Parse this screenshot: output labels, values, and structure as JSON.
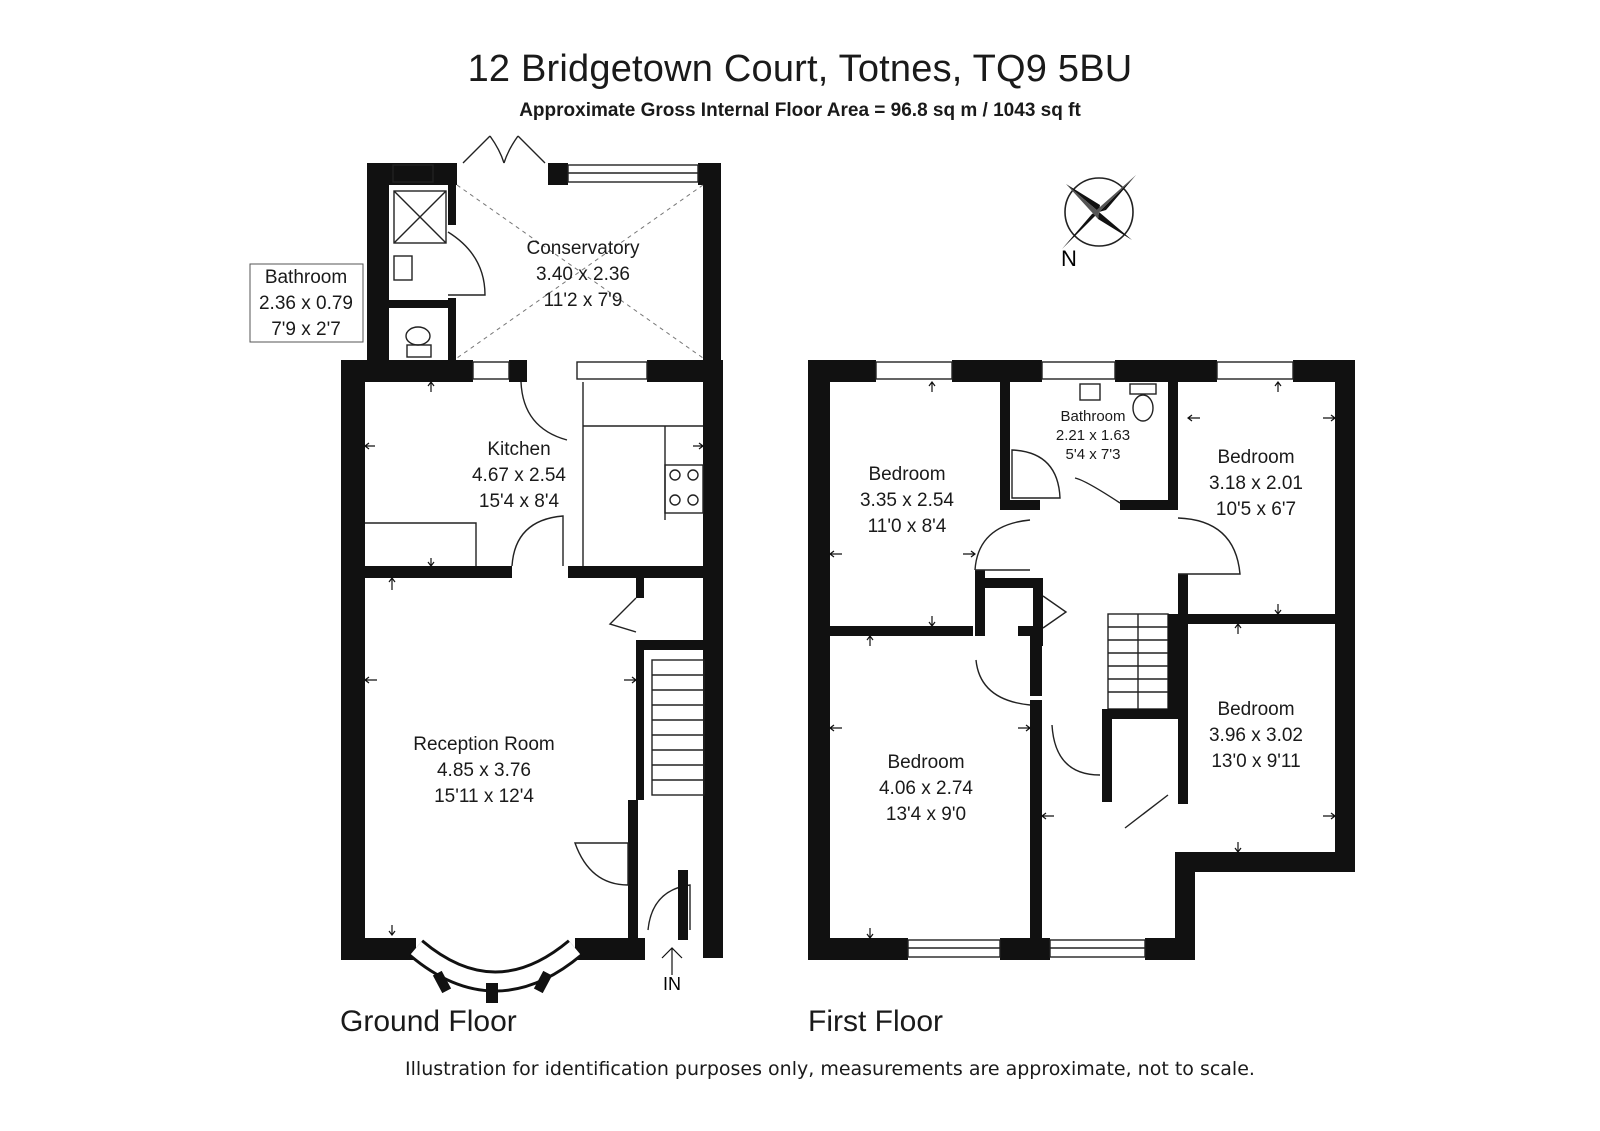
{
  "header": {
    "title": "12 Bridgetown Court, Totnes, TQ9 5BU",
    "area": "Approximate Gross Internal Floor Area  = 96.8 sq m / 1043 sq ft"
  },
  "compass": {
    "label": "N"
  },
  "ground_floor": {
    "label": "Ground Floor",
    "entrance": "IN",
    "rooms": [
      {
        "name": "Bathroom",
        "metric": "2.36 x 0.79",
        "imperial": "7'9 x 2'7"
      },
      {
        "name": "Conservatory",
        "metric": "3.40 x 2.36",
        "imperial": "11'2 x 7'9"
      },
      {
        "name": "Kitchen",
        "metric": "4.67 x 2.54",
        "imperial": "15'4 x 8'4"
      },
      {
        "name": "Reception Room",
        "metric": "4.85 x 3.76",
        "imperial": "15'11 x 12'4"
      }
    ]
  },
  "first_floor": {
    "label": "First Floor",
    "rooms": [
      {
        "name": "Bathroom",
        "metric": "2.21 x 1.63",
        "imperial": "5'4 x 7'3"
      },
      {
        "name": "Bedroom",
        "metric": "3.35 x 2.54",
        "imperial": "11'0 x 8'4"
      },
      {
        "name": "Bedroom",
        "metric": "3.18 x 2.01",
        "imperial": "10'5 x 6'7"
      },
      {
        "name": "Bedroom",
        "metric": "4.06 x 2.74",
        "imperial": "13'4 x 9'0"
      },
      {
        "name": "Bedroom",
        "metric": "3.96 x 3.02",
        "imperial": "13'0 x 9'11"
      }
    ]
  },
  "footer": {
    "disclaimer": "Illustration for identification purposes only, measurements are approximate, not to scale."
  }
}
